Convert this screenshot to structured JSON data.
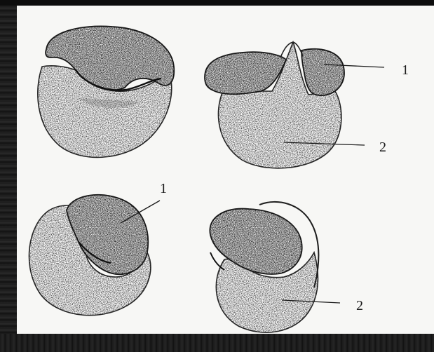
{
  "labels": {
    "top_right_1": "1",
    "top_right_2": "2",
    "bottom_left_1": "1",
    "bottom_right_2": "2"
  },
  "colors": {
    "ink": "#1a1a1a",
    "paper": "#f7f7f5",
    "background": "#0b0b0b"
  }
}
